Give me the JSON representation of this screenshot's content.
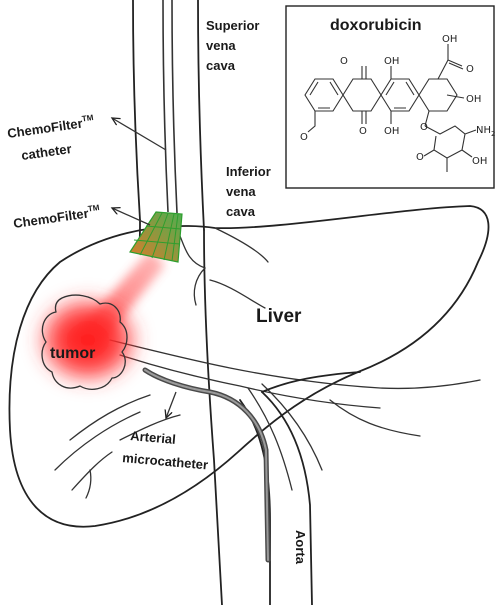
{
  "labels": {
    "svc": [
      "Superior",
      "vena",
      "cava"
    ],
    "ivc": [
      "Inferior",
      "vena",
      "cava"
    ],
    "catheter": [
      "ChemoFilter",
      "TM",
      "catheter"
    ],
    "filter": [
      "ChemoFilter",
      "TM"
    ],
    "liver": "Liver",
    "tumor": "tumor",
    "microcatheter": [
      "Arterial",
      "microcatheter"
    ],
    "aorta": "Aorta"
  },
  "structure": {
    "title": "doxorubicin",
    "atoms": [
      "O",
      "OH",
      "OH",
      "OH",
      "O",
      "O",
      "OH",
      "O",
      "NH",
      "2",
      "O",
      "OH",
      "O"
    ]
  },
  "colors": {
    "tumor": "#ff1a1a",
    "filter_fill": "#4caf50",
    "filter_stroke": "#2e9e2e",
    "microcatheter": "#555555",
    "lines": "#222222"
  }
}
